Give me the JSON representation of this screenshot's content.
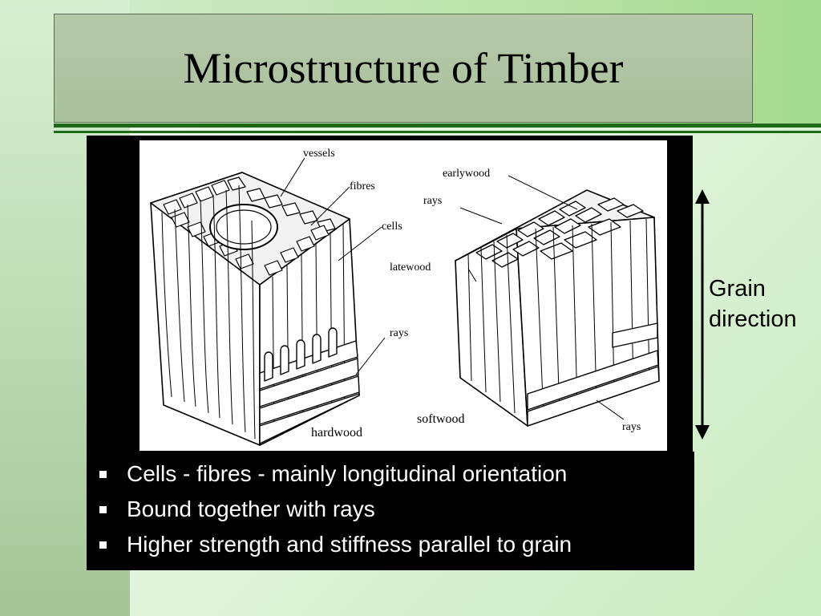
{
  "title": "Microstructure of Timber",
  "figure": {
    "labels": {
      "vessels": "vessels",
      "fibres": "fibres",
      "cells": "cells",
      "rays_hw": "rays",
      "hardwood": "hardwood",
      "earlywood": "earlywood",
      "rays_sw_top": "rays",
      "latewood": "latewood",
      "softwood": "softwood",
      "rays_sw_bottom": "rays"
    }
  },
  "bullets": [
    "Cells - fibres - mainly longitudinal orientation",
    "Bound together with rays",
    "Higher strength and stiffness parallel to grain"
  ],
  "grain": {
    "line1": "Grain",
    "line2": "direction"
  },
  "colors": {
    "accent_green": "#1f6a18",
    "title_box": "#b5c9a9",
    "panel_black": "#000000"
  }
}
